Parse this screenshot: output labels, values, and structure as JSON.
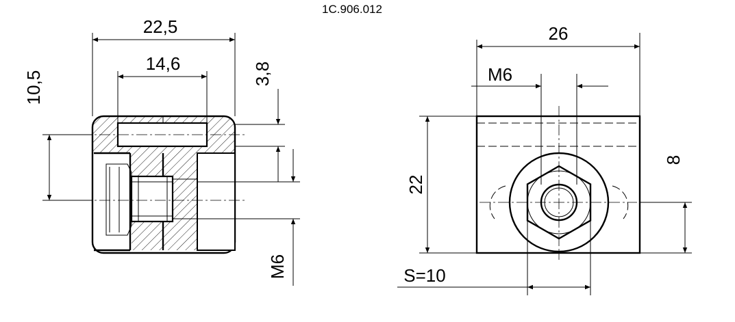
{
  "drawing_number": "1C.906.012",
  "side_view": {
    "dim_overall_width": "22,5",
    "dim_slot_width": "14,6",
    "dim_height": "10,5",
    "dim_slot_depth": "3,8",
    "dim_thread": "M6"
  },
  "front_view": {
    "dim_overall_width": "26",
    "dim_thread": "M6",
    "dim_height": "22",
    "dim_center_height": "8",
    "dim_hex_size": "S=10"
  }
}
